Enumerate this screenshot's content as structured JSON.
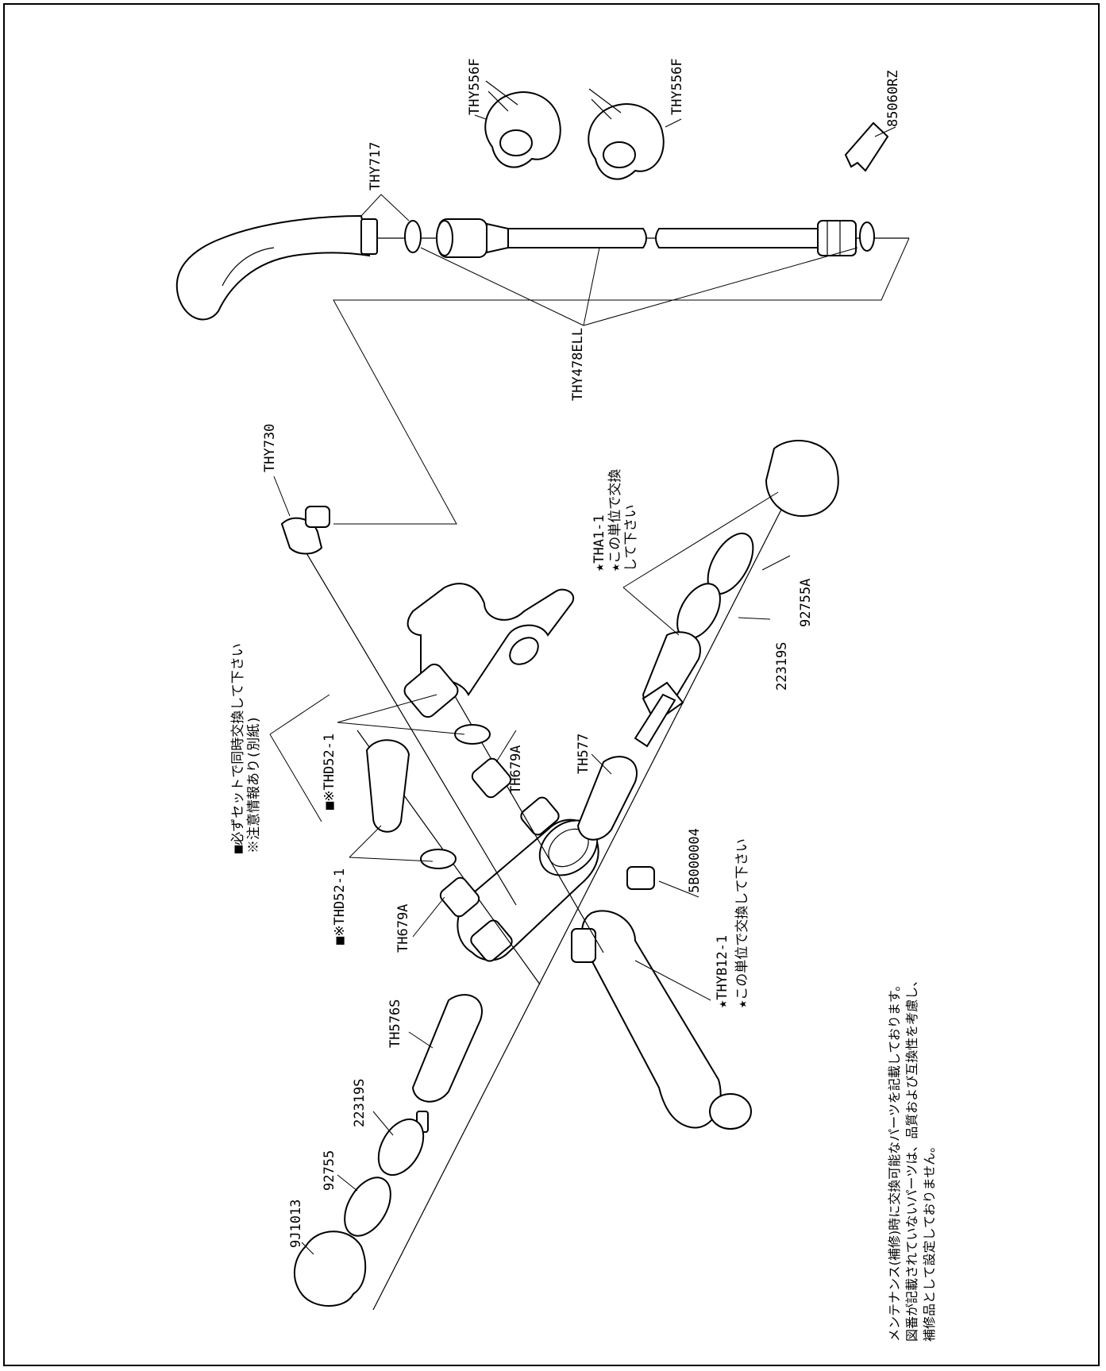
{
  "labels": {
    "thy556f_1": "THY556F",
    "thy556f_2": "THY556F",
    "p85060rz": "85060RZ",
    "thy717": "THY717",
    "thy478ell": "THY478ELL",
    "thy730": "THY730",
    "tha1": "★THA1-1",
    "tha1_note1": "★この単位で交換",
    "tha1_note2": "して下さい",
    "p92755a": "92755A",
    "p22319s_top": "22319S",
    "th577": "TH577",
    "p5b000004": "5B000004",
    "thyb12": "★THYB12-1",
    "thyb12_note": "★この単位で交換して下さい",
    "thd52_top": "■※THD52-1",
    "thd52_bottom": "■※THD52-1",
    "th679a_top": "TH679A",
    "th679a_bottom": "TH679A",
    "set_note1": "■必ずセットで同時交換して下さい",
    "set_note2": "※注意情報あり(別紙)",
    "th576s": "TH576S",
    "p22319s_bottom": "22319S",
    "p92755": "92755",
    "p9j1013": "9J1013"
  },
  "footnote": {
    "line1": "メンテナンス(補修)時に交換可能なパーツを記載しております。",
    "line2": "図番が記載されていないパーツは、品質および互換性を考慮し、",
    "line3": "補修品として設定しておりません。"
  }
}
